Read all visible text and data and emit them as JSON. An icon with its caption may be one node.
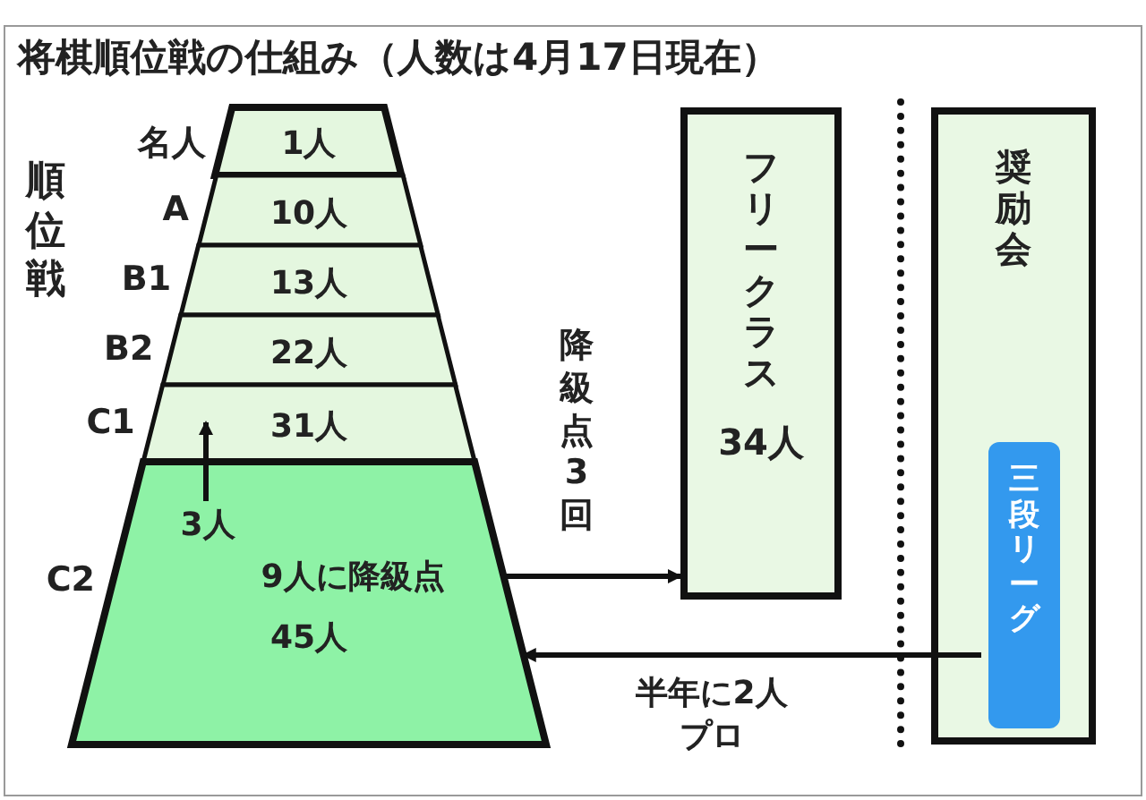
{
  "diagram": {
    "title": "将棋順位戦の仕組み（人数は4月17日現在）",
    "nodes": [
      {
        "text": [
          "1人"
        ],
        "beside": [
          "名人"
        ]
      },
      {
        "text": [
          "10人"
        ],
        "beside": [
          "A"
        ]
      },
      {
        "text": [
          "13人"
        ],
        "beside": [
          "B1"
        ]
      },
      {
        "text": [
          "22人"
        ],
        "beside": [
          "B2"
        ]
      },
      {
        "text": [
          "31人"
        ],
        "beside": [
          "C1"
        ]
      },
      {
        "text": [
          "45人"
        ],
        "beside": [
          "C2"
        ]
      },
      {
        "text": [
          "フリークラス",
          "34人"
        ]
      },
      {
        "text": [
          "奨励会"
        ]
      },
      {
        "text": [
          "三段リーグ"
        ],
        "in": 7
      }
    ],
    "edges": [
      {
        "from": 5,
        "to": 4,
        "arrow": "to",
        "label": "3人"
      },
      {
        "from": 5,
        "to": 6,
        "arrow": "to",
        "label": "9人に降級点"
      },
      {
        "from": 8,
        "to": 5,
        "arrow": "to",
        "label": "半年に2人プロ"
      }
    ],
    "labels": [
      "順位戦",
      "降級点3回"
    ]
  }
}
